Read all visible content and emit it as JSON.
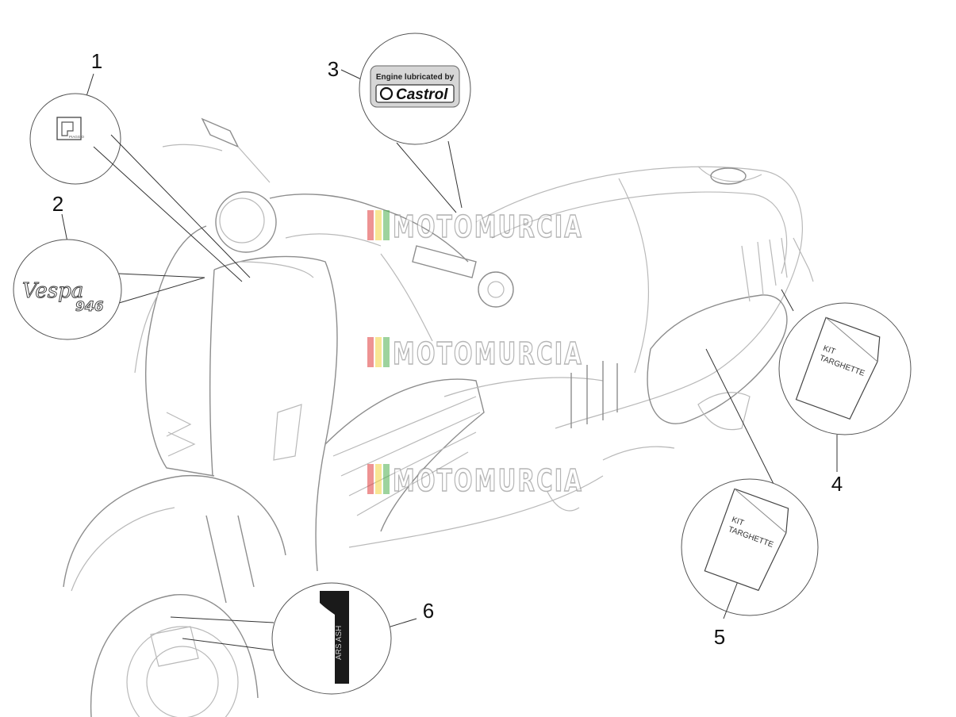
{
  "colors": {
    "line_art": "#b9b9b9",
    "leader": "#333333",
    "watermark_red": "#e03a3a",
    "watermark_yellow": "#f2d23c",
    "watermark_green": "#4cae4c",
    "label_dark": "#111111"
  },
  "callouts": [
    {
      "number": "1",
      "part": "piaggio-badge"
    },
    {
      "number": "2",
      "part": "vespa-946-emblem"
    },
    {
      "number": "3",
      "part": "castrol-sticker"
    },
    {
      "number": "4",
      "part": "kit-targhette-bag"
    },
    {
      "number": "5",
      "part": "kit-targhette-bag"
    },
    {
      "number": "6",
      "part": "arrmani-ash-decal"
    }
  ],
  "labels": {
    "badge_text": "PIAGGIO",
    "emblem_script": "Vespa",
    "emblem_model": "946",
    "castrol_line1": "Engine lubricated by",
    "castrol_brand": "Castrol",
    "kit_line1": "KIT",
    "kit_line2": "TARGHETTE",
    "decal_text": "ARS ASH"
  },
  "watermark": {
    "text": "MOTOMURCIA",
    "count": 3
  }
}
